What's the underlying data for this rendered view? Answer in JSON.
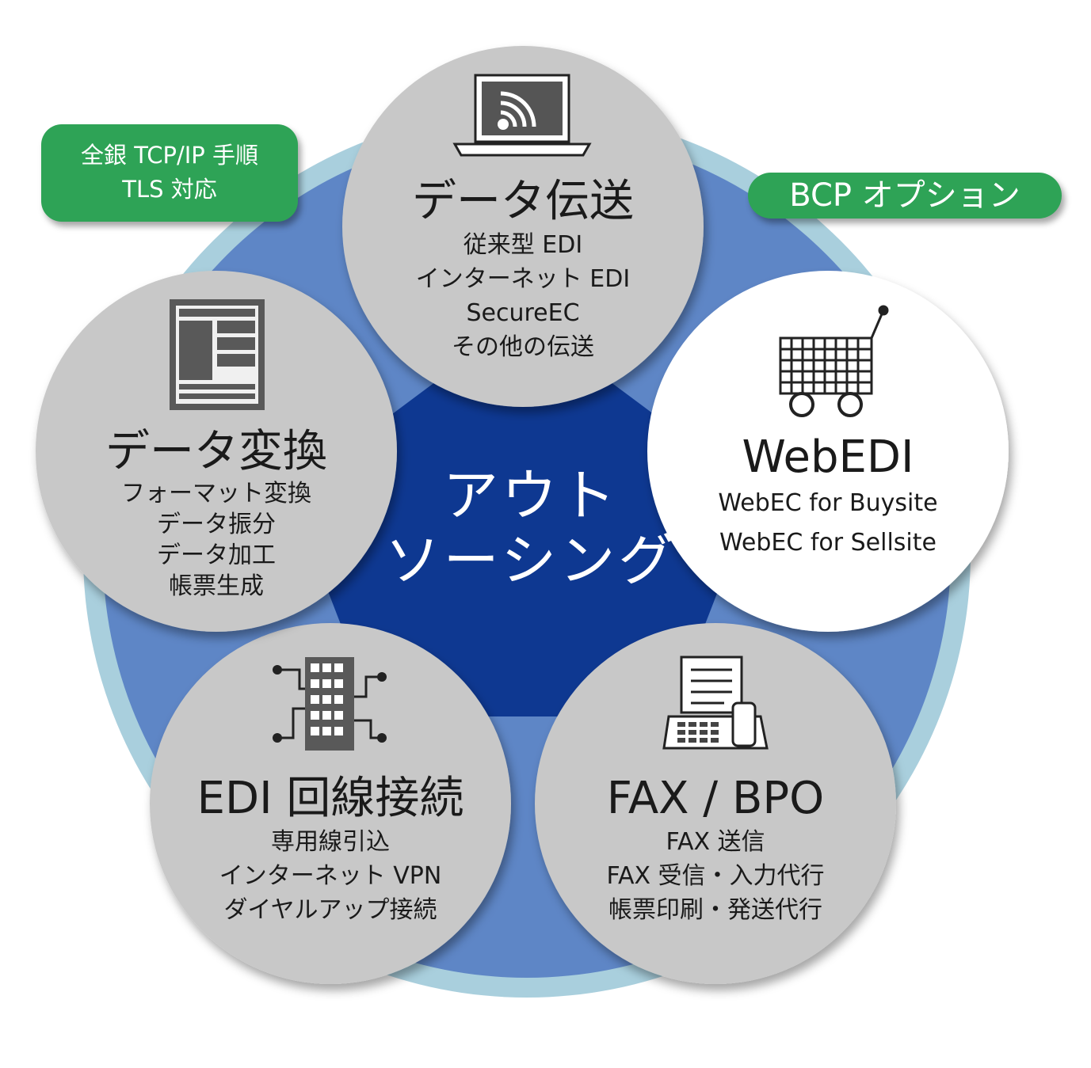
{
  "center": {
    "line1": "アウト",
    "line2": "ソーシング"
  },
  "badges": {
    "tls": {
      "line1": "全銀 TCP/IP 手順",
      "line2": "TLS 対応"
    },
    "bcp": {
      "label": "BCP オプション"
    }
  },
  "services": [
    {
      "id": "data-transfer",
      "title": "データ伝送",
      "icon": "laptop-wireless-icon",
      "items": [
        "従来型 EDI",
        "インターネット EDI",
        "SecureEC",
        "その他の伝送"
      ]
    },
    {
      "id": "webedi",
      "title": "WebEDI",
      "icon": "shopping-cart-icon",
      "items": [
        "WebEC for Buysite",
        "WebEC for Sellsite"
      ]
    },
    {
      "id": "fax-bpo",
      "title": "FAX / BPO",
      "icon": "fax-machine-icon",
      "items": [
        "FAX 送信",
        "FAX 受信・入力代行",
        "帳票印刷・発送代行"
      ]
    },
    {
      "id": "edi-line",
      "title": "EDI 回線接続",
      "icon": "building-network-icon",
      "items": [
        "専用線引込",
        "インターネット VPN",
        "ダイヤルアップ接続"
      ]
    },
    {
      "id": "data-conversion",
      "title": "データ変換",
      "icon": "document-layout-icon",
      "items": [
        "フォーマット変換",
        "データ振分",
        "データ加工",
        "帳票生成"
      ]
    }
  ],
  "colors": {
    "outer_ring": "#a9cfdd",
    "mid_ring": "#5e86c6",
    "pentagon": "#0e3891",
    "gray_circle": "#c8c8c8",
    "white_circle": "#ffffff",
    "badge_green": "#2ea356"
  }
}
